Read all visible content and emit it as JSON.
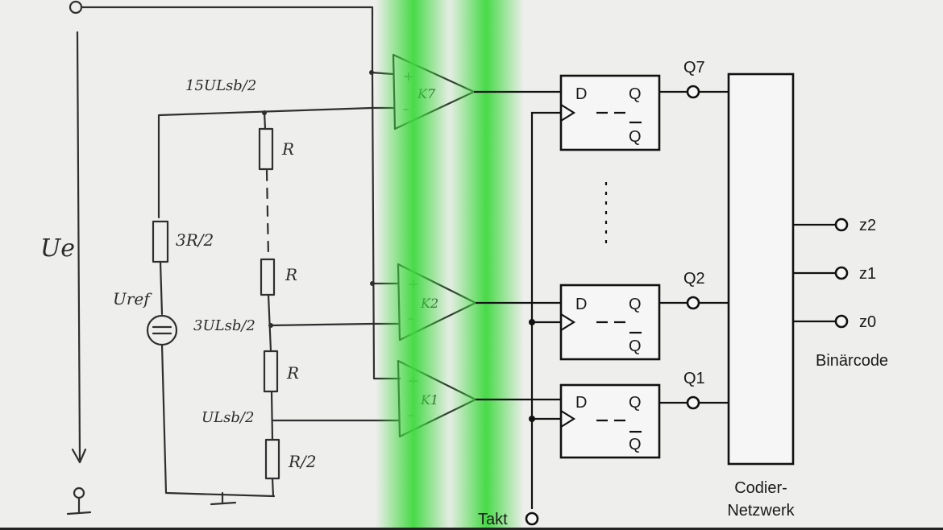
{
  "diagram": {
    "left_sketch": {
      "input_voltage": "Ue",
      "reference": "Uref",
      "top_tap": "15ULsb/2",
      "mid_tap": "3ULsb/2",
      "low_tap": "ULsb/2",
      "source_resistor": "3R/2",
      "resistors": [
        "R",
        "R",
        "R",
        "R/2"
      ],
      "comparators": [
        "K7",
        "K2",
        "K1"
      ]
    },
    "flipflops": [
      {
        "d": "D",
        "q": "Q",
        "qbar": "Q",
        "output": "Q7"
      },
      {
        "d": "D",
        "q": "Q",
        "qbar": "Q",
        "output": "Q2"
      },
      {
        "d": "D",
        "q": "Q",
        "qbar": "Q",
        "output": "Q1"
      }
    ],
    "clock_label": "Takt",
    "encoder_label_line1": "Codier-",
    "encoder_label_line2": "Netzwerk",
    "outputs": [
      "z2",
      "z1",
      "z0"
    ],
    "binary_label": "Binärcode",
    "colors": {
      "highlight": "#3fd93f",
      "paper": "#eeeeec",
      "ink": "#111111"
    }
  }
}
